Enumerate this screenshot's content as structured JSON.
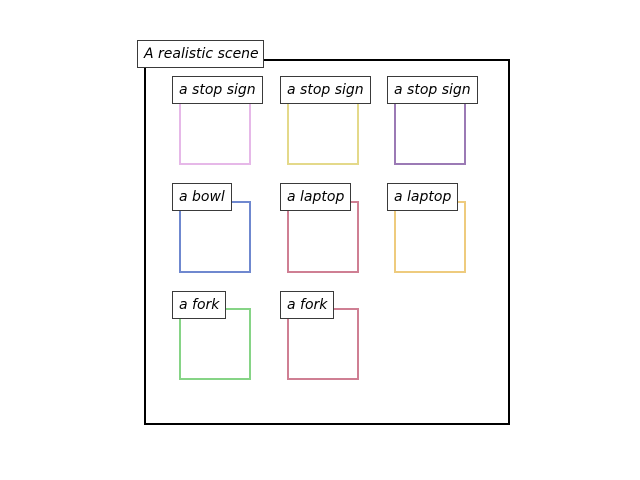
{
  "scene_title": "A realistic scene",
  "objects": [
    {
      "label": "a stop sign",
      "color": "#e6b8e8"
    },
    {
      "label": "a stop sign",
      "color": "#e4d98a"
    },
    {
      "label": "a stop sign",
      "color": "#9b7ab5"
    },
    {
      "label": "a bowl",
      "color": "#6f88cf"
    },
    {
      "label": "a laptop",
      "color": "#cf7f93"
    },
    {
      "label": "a laptop",
      "color": "#eecb7e"
    },
    {
      "label": "a fork",
      "color": "#86d486"
    },
    {
      "label": "a fork",
      "color": "#cf7f93"
    }
  ]
}
